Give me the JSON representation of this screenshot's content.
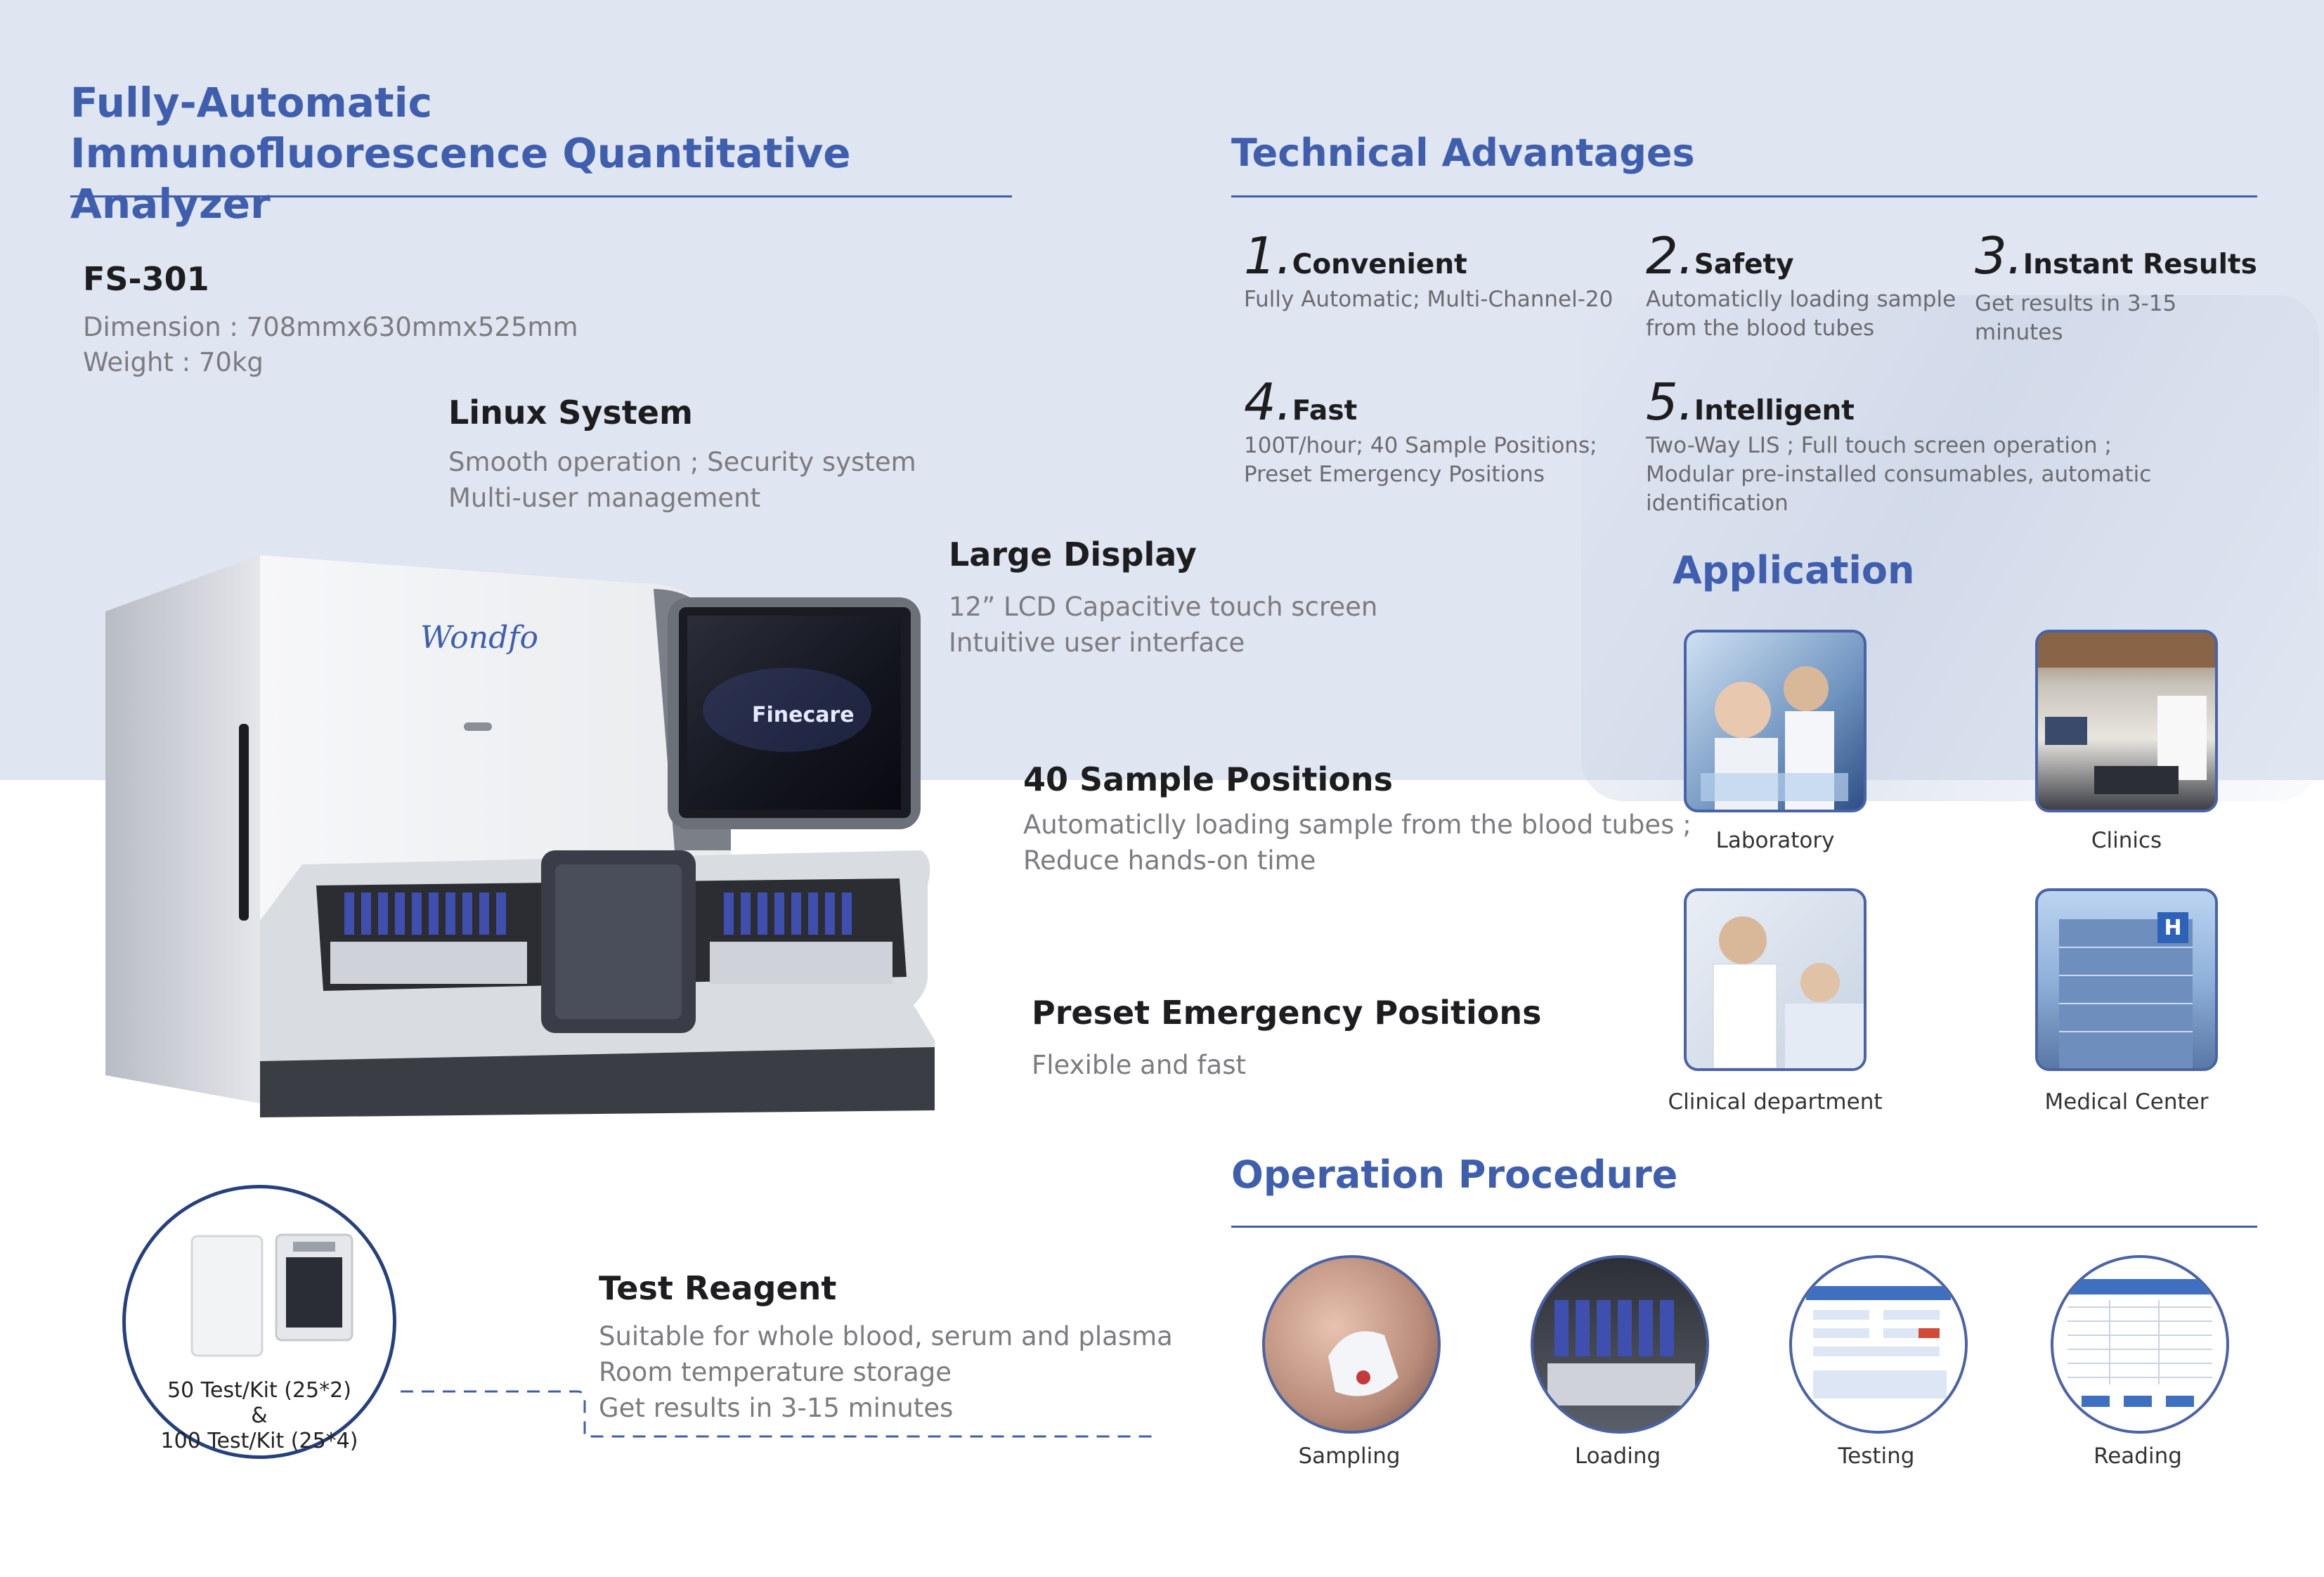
{
  "header": {
    "title_line1": "Fully-Automatic",
    "title_line2": "Immunofluorescence Quantitative Analyzer"
  },
  "model": {
    "name": "FS-301",
    "dimension": "Dimension : 708mmx630mmx525mm",
    "weight": "Weight : 70kg"
  },
  "device": {
    "brand": "Wondfo",
    "screen_text": "Finecare"
  },
  "features": [
    {
      "title": "Linux System",
      "lines": [
        "Smooth operation ;  Security system",
        "Multi-user management"
      ]
    },
    {
      "title": "Large Display",
      "lines": [
        "12” LCD Capacitive touch screen",
        "Intuitive user interface"
      ]
    },
    {
      "title": "40 Sample Positions",
      "lines": [
        "Automaticlly loading sample from the blood tubes ;",
        "Reduce hands-on time"
      ]
    },
    {
      "title": "Preset Emergency Positions",
      "lines": [
        "Flexible and fast"
      ]
    },
    {
      "title": "Test Reagent",
      "lines": [
        "Suitable for whole blood, serum and plasma",
        "Room temperature storage",
        "Get results in 3-15 minutes"
      ]
    }
  ],
  "reagent_kit": {
    "line1": "50 Test/Kit (25*2)",
    "line2": "&",
    "line3": "100 Test/Kit (25*4)"
  },
  "technical": {
    "title": "Technical Advantages",
    "items": [
      {
        "num": "1.",
        "title": "Convenient",
        "lines": [
          "Fully Automatic; Multi-Channel-20"
        ]
      },
      {
        "num": "2.",
        "title": "Safety",
        "lines": [
          "Automaticlly loading sample",
          "from the blood tubes"
        ]
      },
      {
        "num": "3.",
        "title": "Instant Results",
        "lines": [
          "Get results in 3-15 minutes"
        ]
      },
      {
        "num": "4.",
        "title": "Fast",
        "lines": [
          "100T/hour; 40 Sample Positions;",
          "Preset Emergency Positions"
        ]
      },
      {
        "num": "5.",
        "title": "Intelligent",
        "lines": [
          "Two-Way LIS ; Full touch screen operation ;",
          "Modular pre-installed consumables, automatic identification"
        ]
      }
    ]
  },
  "application": {
    "title": "Application",
    "items": [
      "Laboratory",
      "Clinics",
      "Clinical department",
      "Medical Center"
    ]
  },
  "procedure": {
    "title": "Operation Procedure",
    "steps": [
      "Sampling",
      "Loading",
      "Testing",
      "Reading"
    ]
  },
  "colors": {
    "accent": "#3f5fae",
    "band": "#dfe5f1",
    "text_dark": "#1d1d1f",
    "text_gray": "#7c7c80"
  }
}
